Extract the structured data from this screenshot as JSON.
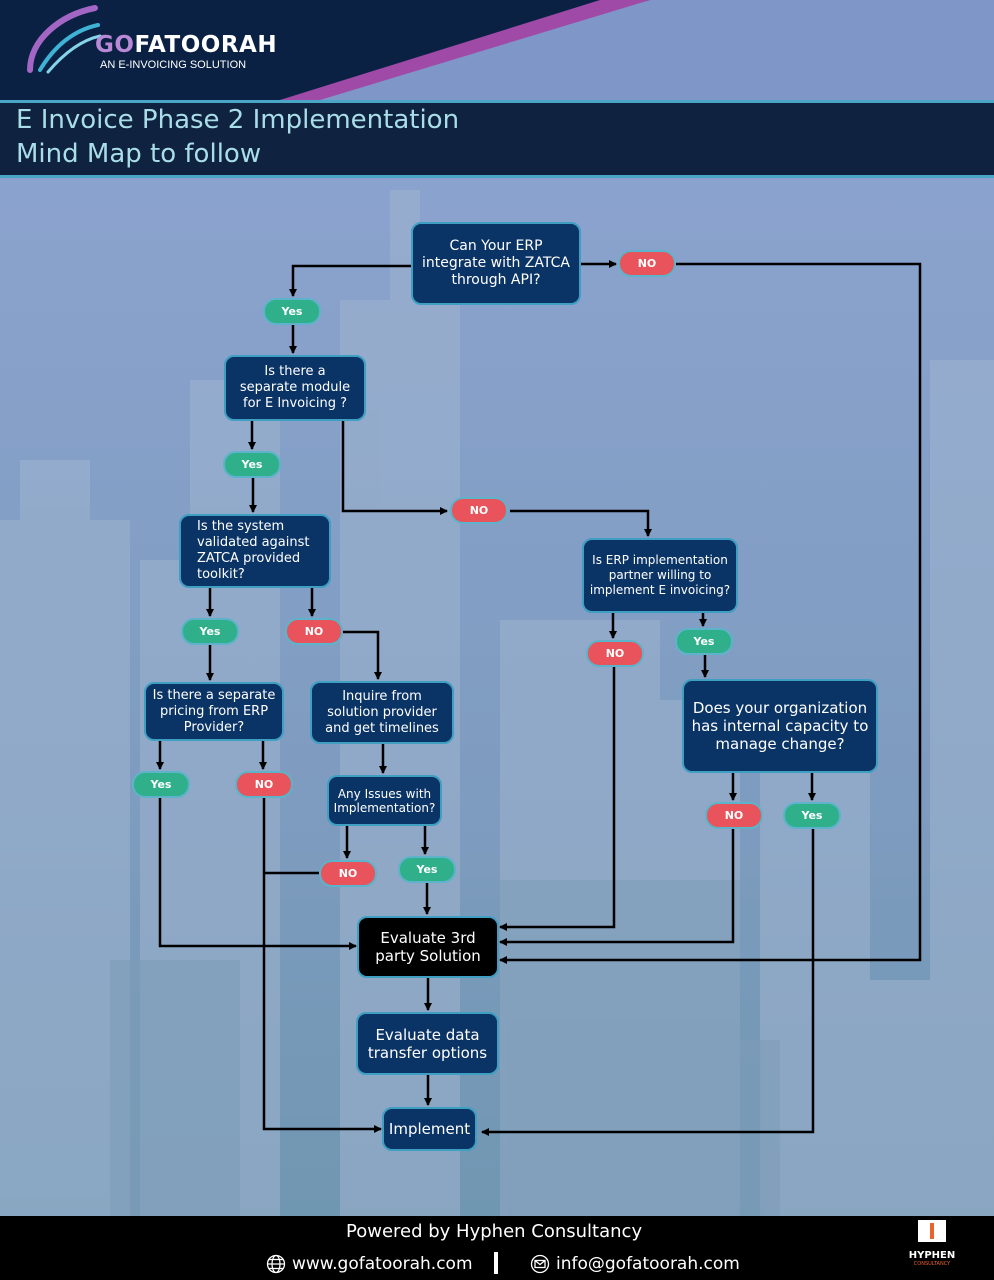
{
  "header": {
    "brand_prefix": "GO",
    "brand_suffix": "FATOORAH",
    "tagline": "AN E-INVOICING SOLUTION"
  },
  "title": {
    "line1": "E Invoice Phase 2 Implementation",
    "line2": "Mind Map to follow"
  },
  "colors": {
    "node": "#0b3466",
    "node_border": "#3f9fc2",
    "no": "#e9535b",
    "yes": "#2fb08a",
    "title_text": "#a9dde8",
    "footer": "#000000"
  },
  "nodes": {
    "erp_api": "Can Your ERP integrate with ZATCA through API?",
    "separate_module": "Is there a separate module for E Invoicing ?",
    "validated": "Is the system validated against ZATCA provided toolkit?",
    "erp_partner": "Is ERP implementation partner willing to implement E invoicing?",
    "pricing": "Is there a separate pricing from ERP Provider?",
    "inquire": "Inquire from solution provider and get timelines",
    "capacity": "Does your organization has internal capacity to manage change?",
    "issues": "Any Issues with Implementation?",
    "evaluate_3rd": "Evaluate 3rd party Solution",
    "evaluate_data": "Evaluate data transfer options",
    "implement": "Implement"
  },
  "labels": {
    "yes": "Yes",
    "no": "NO"
  },
  "footer": {
    "powered": "Powered by Hyphen Consultancy",
    "website": "www.gofatoorah.com",
    "email": "info@gofatoorah.com",
    "logo_text": "HYPHEN",
    "logo_sub": "CONSULTANCY",
    "icons": [
      "globe-icon",
      "mail-icon"
    ]
  }
}
